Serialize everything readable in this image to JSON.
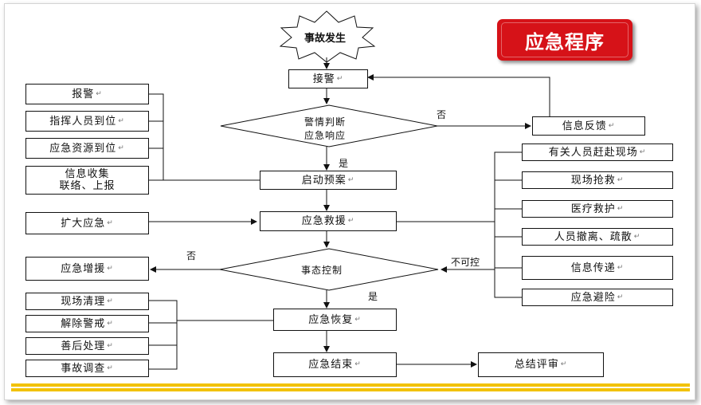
{
  "title": "应急程序",
  "start": "事故发生",
  "steps": {
    "receive_alarm": "接警",
    "judgement_line1": "警情判断",
    "judgement_line2": "应急响应",
    "feedback": "信息反馈",
    "activate_plan": "启动预案",
    "rescue": "应急救援",
    "control_state": "事态控制",
    "recovery": "应急恢复",
    "end": "应急结束",
    "summary": "总结评审",
    "expand": "扩大应急",
    "reinforce": "应急增援"
  },
  "edge_labels": {
    "no_top": "否",
    "yes_top": "是",
    "no_left": "否",
    "uncontrollable": "不可控",
    "yes_bottom": "是"
  },
  "left_top_boxes": [
    "报警",
    "指挥人员到位",
    "应急资源到位"
  ],
  "info_collect": {
    "line1": "信息收集",
    "line2": "联络、上报"
  },
  "right_boxes": [
    "有关人员赶赴现场",
    "现场抢救",
    "医疗救护",
    "人员撤离、疏散",
    "信息传递",
    "应急避险"
  ],
  "bottom_left_boxes": [
    "现场清理",
    "解除警戒",
    "善后处理",
    "事故调查"
  ],
  "paragraph_mark": "↵",
  "colors": {
    "badge": "#d61218",
    "bars": "#f2c200"
  }
}
